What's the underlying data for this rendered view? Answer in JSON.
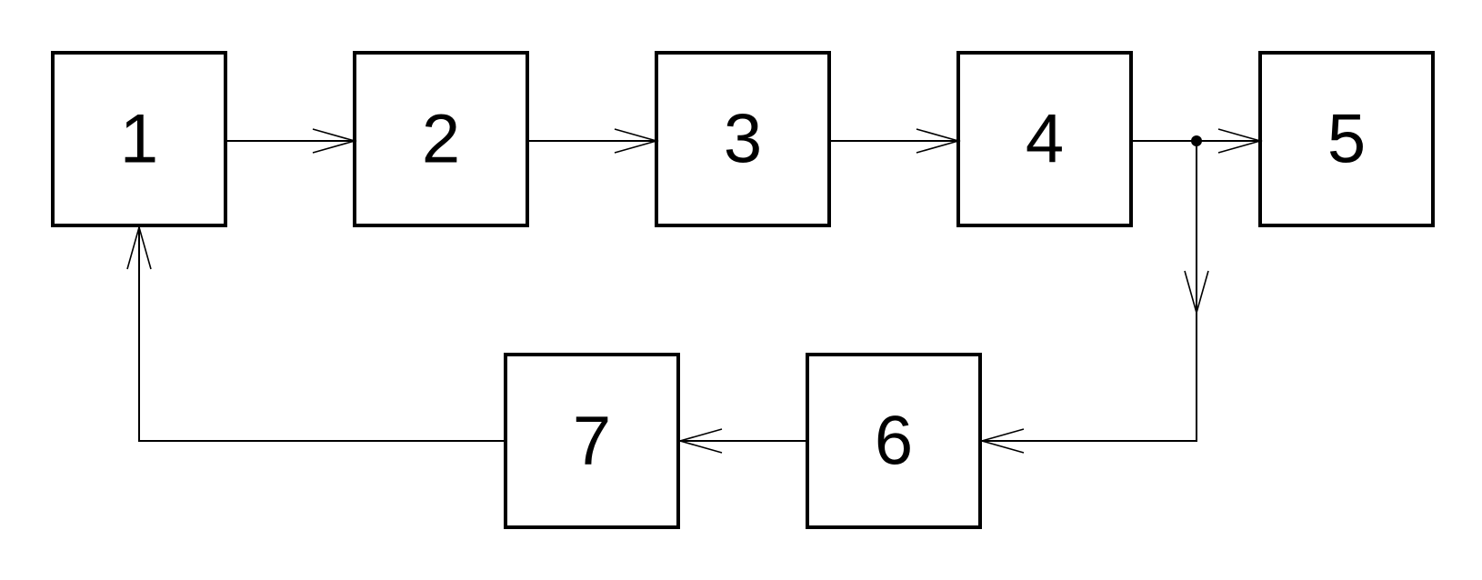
{
  "blocks": [
    {
      "id": "1",
      "label": "1"
    },
    {
      "id": "2",
      "label": "2"
    },
    {
      "id": "3",
      "label": "3"
    },
    {
      "id": "4",
      "label": "4"
    },
    {
      "id": "5",
      "label": "5"
    },
    {
      "id": "6",
      "label": "6"
    },
    {
      "id": "7",
      "label": "7"
    }
  ],
  "connections": [
    {
      "from": "1",
      "to": "2"
    },
    {
      "from": "2",
      "to": "3"
    },
    {
      "from": "3",
      "to": "4"
    },
    {
      "from": "4",
      "to": "5"
    },
    {
      "from": "4",
      "to": "6"
    },
    {
      "from": "6",
      "to": "7"
    },
    {
      "from": "7",
      "to": "1"
    }
  ],
  "colors": {
    "stroke": "#000000",
    "background": "#ffffff"
  }
}
